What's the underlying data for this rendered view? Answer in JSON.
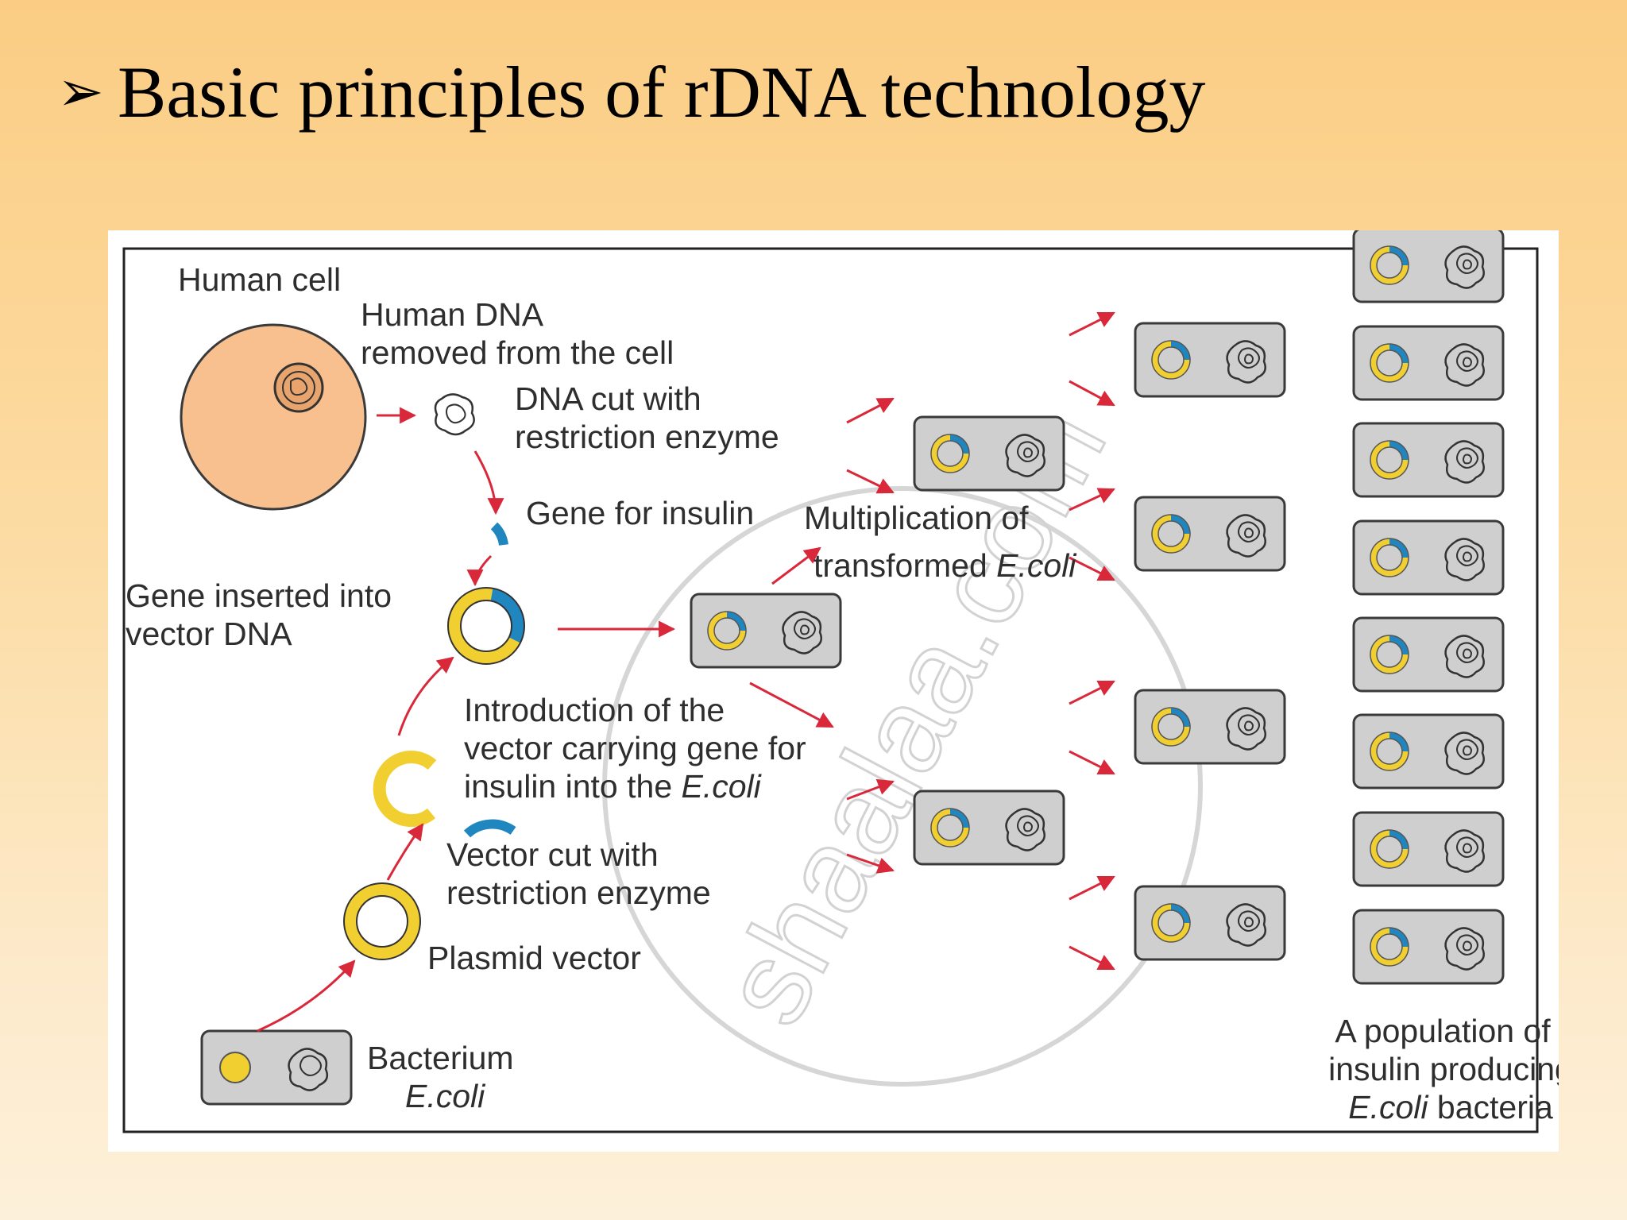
{
  "slide": {
    "bullet": "➢",
    "title": "Basic principles of rDNA technology"
  },
  "diagram": {
    "labels": {
      "human_cell": "Human cell",
      "human_dna_1": "Human DNA",
      "human_dna_2": "removed from the cell",
      "dna_cut_1": "DNA cut with",
      "dna_cut_2": "restriction enzyme",
      "gene_insulin": "Gene for insulin",
      "gene_inserted_1": "Gene inserted into",
      "gene_inserted_2": "vector DNA",
      "mult_1": "Multiplication of",
      "mult_2": "transformed ",
      "mult_2_species": "E.coli",
      "intro_1": "Introduction of the",
      "intro_2": "vector carrying gene for",
      "intro_3": "insulin into the ",
      "intro_3_species": "E.coli",
      "vector_cut_1": "Vector cut with",
      "vector_cut_2": "restriction enzyme",
      "plasmid": "Plasmid vector",
      "bacterium_1": "Bacterium",
      "bacterium_2": "E.coli",
      "population_1": "A population of",
      "population_2": "insulin producing",
      "population_3_species": "E.coli",
      "population_3": " bacteria"
    },
    "watermark": "shaalaa.com",
    "colors": {
      "human_cell": "#f9c08f",
      "plasmid": "#f2cf30",
      "gene": "#1f86c0",
      "arrow": "#d8283a",
      "bacterium": "#cfcfcf",
      "outline": "#3a3a3a"
    }
  }
}
